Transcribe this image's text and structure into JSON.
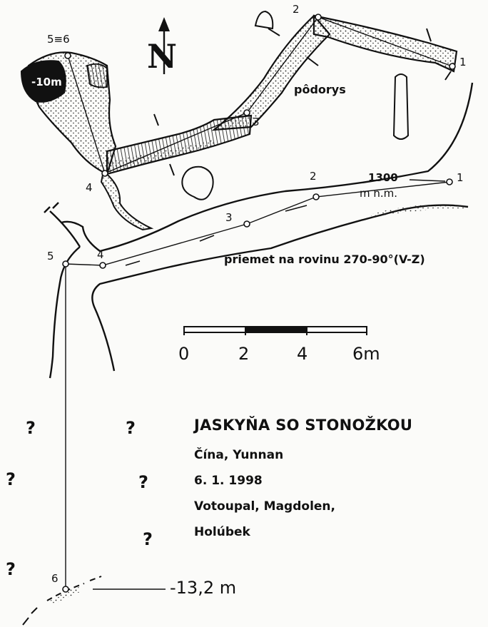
{
  "map": {
    "north": "N",
    "plan_label": "pôdorys",
    "projection_label": "priemet na rovinu 270-90°(V-Z)",
    "altitude": "1300",
    "altitude_unit": "m n.m.",
    "chamber_depth": "-10m",
    "stations_plan": [
      "1",
      "2",
      "3",
      "4",
      "5≡6"
    ],
    "stations_profile": [
      "1",
      "2",
      "3",
      "4",
      "5",
      "6"
    ],
    "unknown_marks": [
      "?",
      "?",
      "?",
      "?",
      "?",
      "?"
    ],
    "final_depth": "-13,2 m"
  },
  "scale_bar": {
    "ticks": [
      "0",
      "2",
      "4",
      "6m"
    ]
  },
  "info": {
    "title": "JASKYŇA SO STONOŽKOU",
    "location": "Čína, Yunnan",
    "date": "6. 1. 1998",
    "authors_line1": "Votoupal, Magdolen,",
    "authors_line2": "Holúbek"
  },
  "colors": {
    "ink": "#111111",
    "paper": "#fbfbf9"
  }
}
